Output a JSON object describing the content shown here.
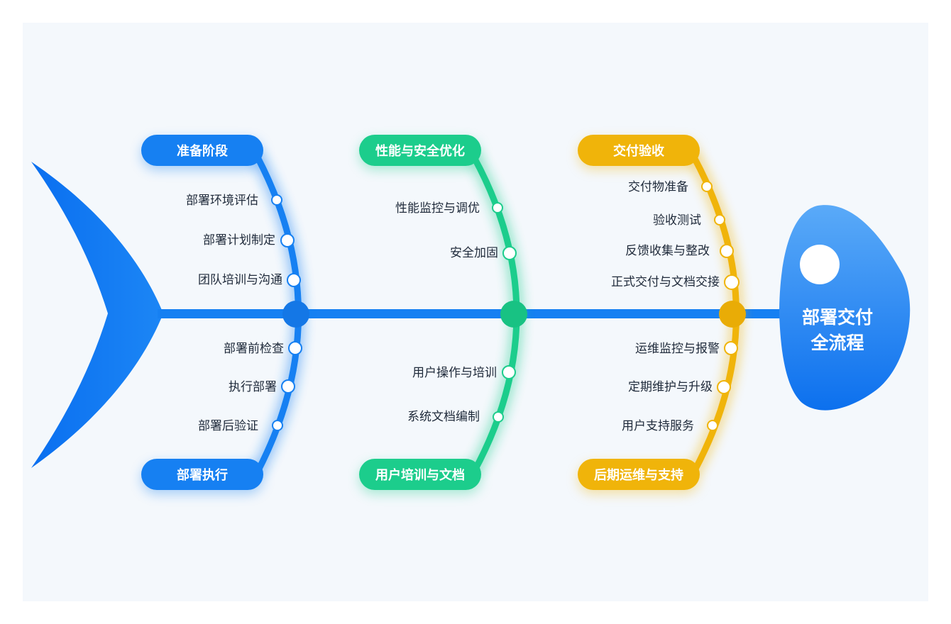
{
  "title": [
    "部署交付",
    "全流程"
  ],
  "colors": {
    "blue": "#1680f2",
    "green": "#1ccd8c",
    "yellow": "#f0b40a"
  },
  "categories": {
    "prep": {
      "label": "准备阶段",
      "items": [
        "部署环境评估",
        "部署计划制定",
        "团队培训与沟通"
      ]
    },
    "exec": {
      "label": "部署执行",
      "items": [
        "部署前检查",
        "执行部署",
        "部署后验证"
      ]
    },
    "perf": {
      "label": "性能与安全优化",
      "items": [
        "性能监控与调优",
        "安全加固"
      ]
    },
    "train": {
      "label": "用户培训与文档",
      "items": [
        "用户操作与培训",
        "系统文档编制"
      ]
    },
    "accept": {
      "label": "交付验收",
      "items": [
        "交付物准备",
        "验收测试",
        "反馈收集与整改",
        "正式交付与文档交接"
      ]
    },
    "ops": {
      "label": "后期运维与支持",
      "items": [
        "运维监控与报警",
        "定期维护与升级",
        "用户支持服务"
      ]
    }
  }
}
